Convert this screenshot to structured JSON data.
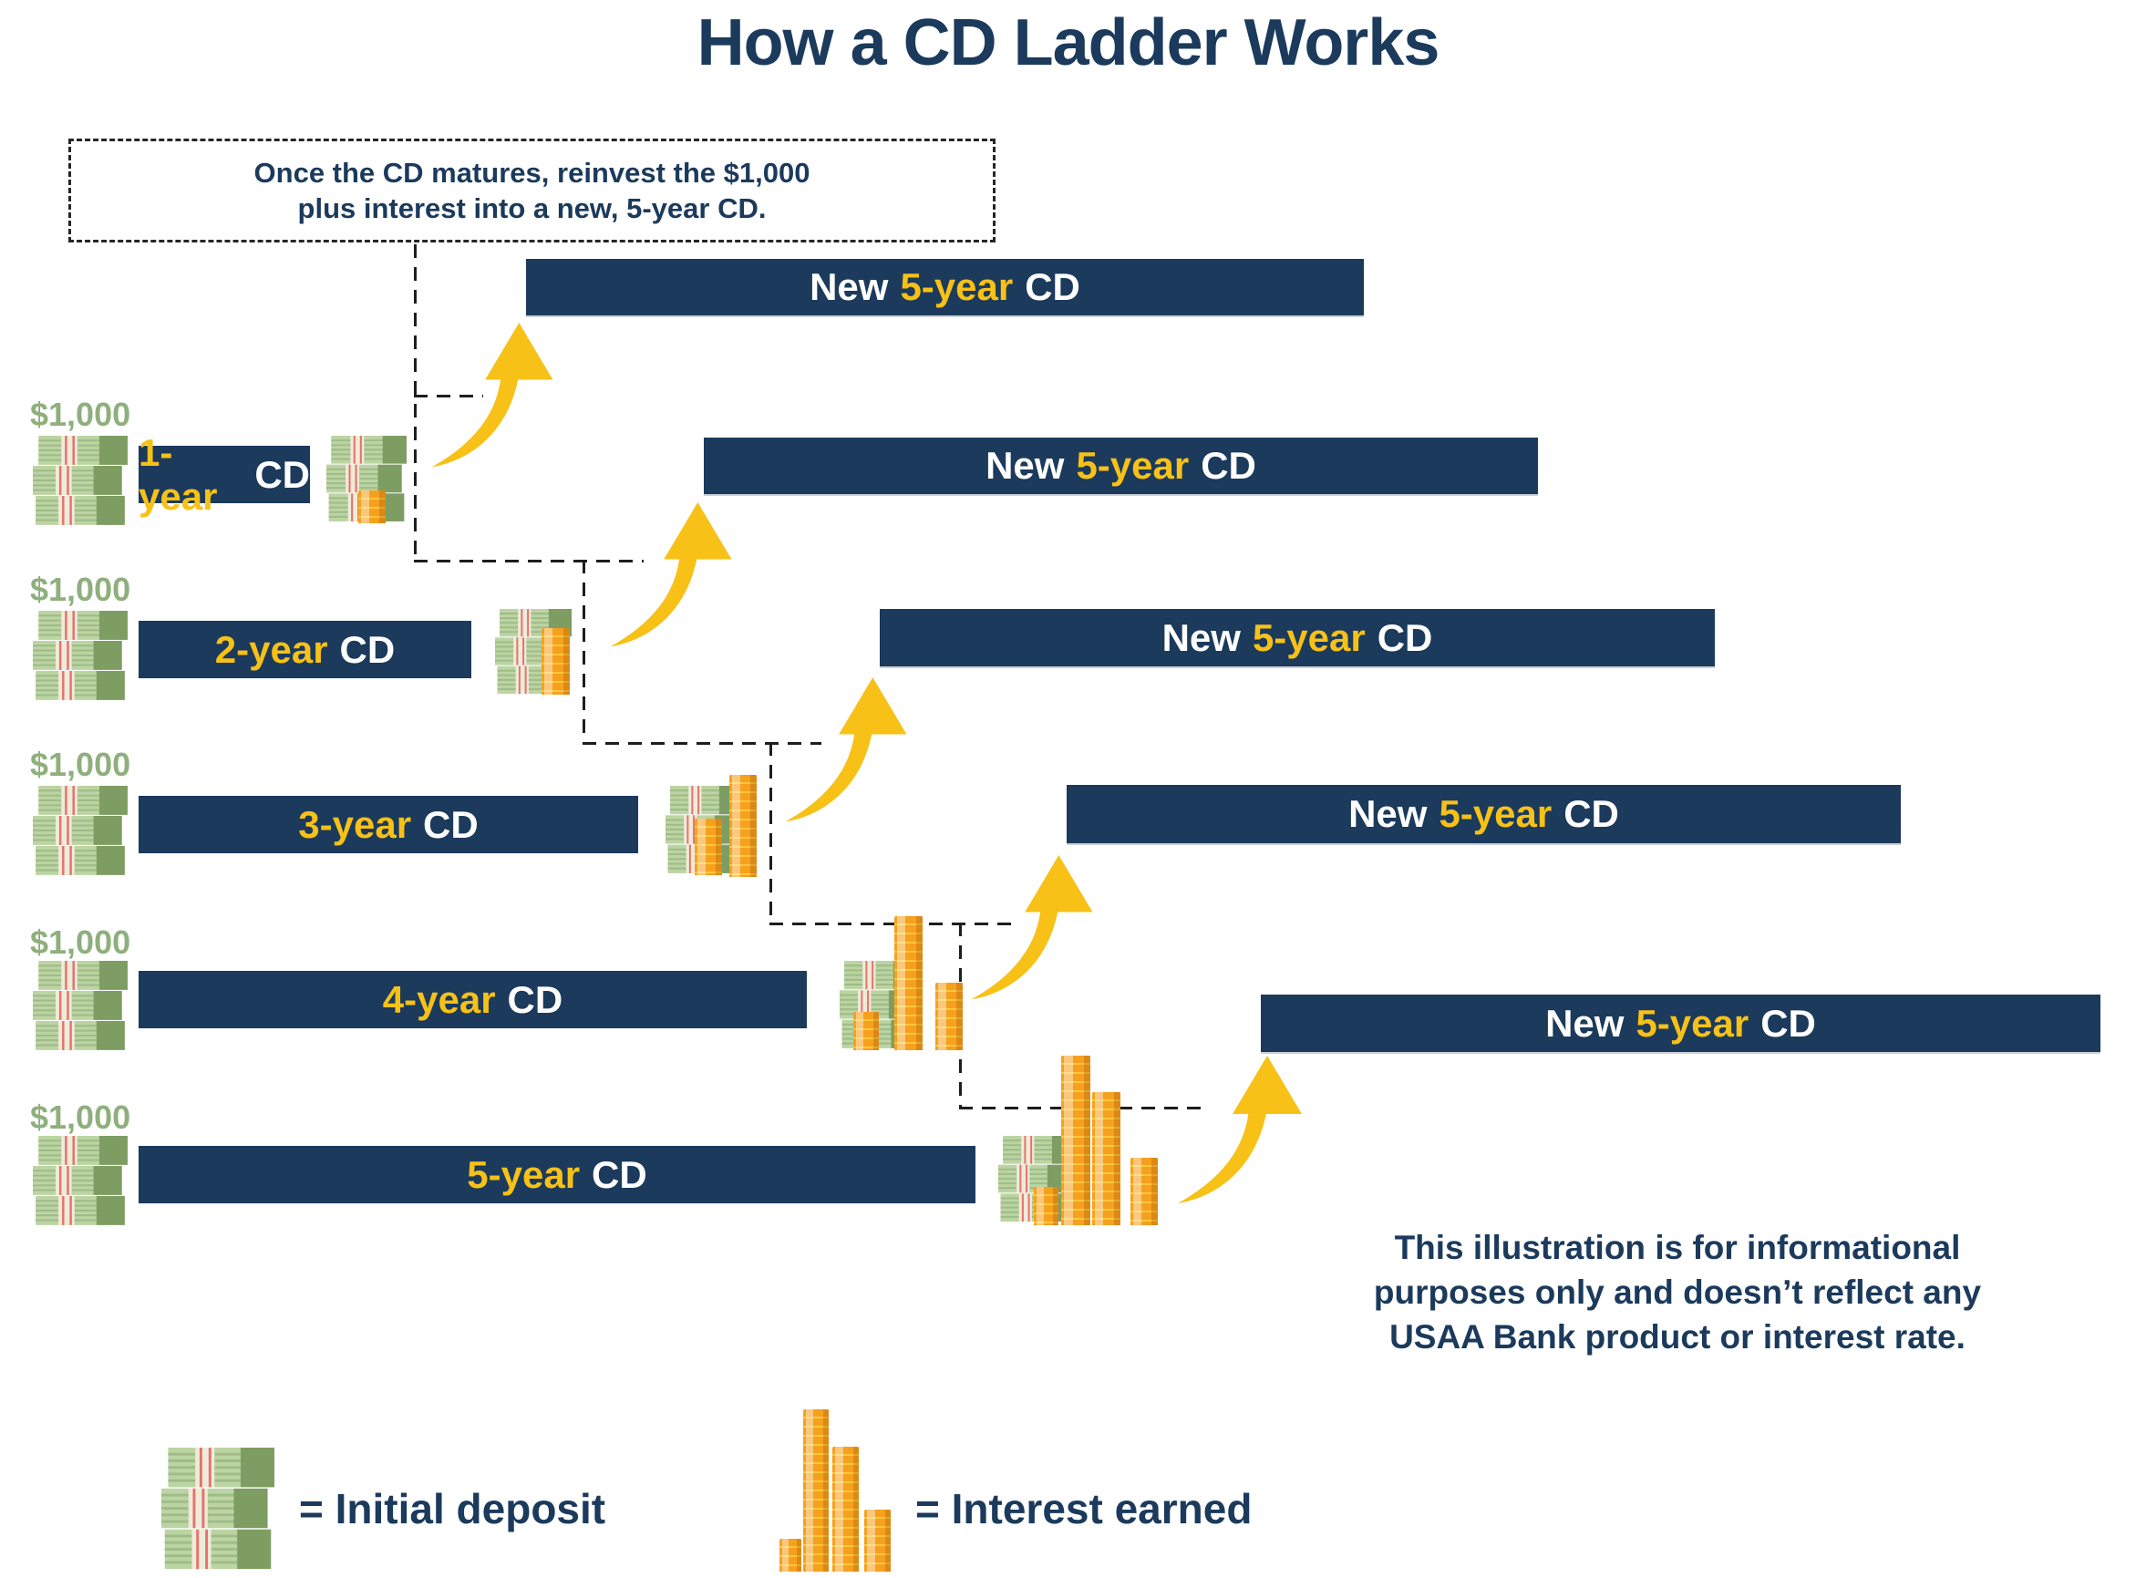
{
  "title": "How a CD Ladder Works",
  "callout": {
    "lines": [
      "Once the CD matures, reinvest the $1,000",
      "plus interest into a new, 5-year CD."
    ]
  },
  "rows": [
    {
      "deposit": "$1,000",
      "term": "1-year",
      "label_suffix": "CD"
    },
    {
      "deposit": "$1,000",
      "term": "2-year",
      "label_suffix": "CD"
    },
    {
      "deposit": "$1,000",
      "term": "3-year",
      "label_suffix": "CD"
    },
    {
      "deposit": "$1,000",
      "term": "4-year",
      "label_suffix": "CD"
    },
    {
      "deposit": "$1,000",
      "term": "5-year",
      "label_suffix": "CD"
    }
  ],
  "new_cds": [
    {
      "prefix": "New",
      "term": "5-year",
      "suffix": "CD"
    },
    {
      "prefix": "New",
      "term": "5-year",
      "suffix": "CD"
    },
    {
      "prefix": "New",
      "term": "5-year",
      "suffix": "CD"
    },
    {
      "prefix": "New",
      "term": "5-year",
      "suffix": "CD"
    },
    {
      "prefix": "New",
      "term": "5-year",
      "suffix": "CD"
    }
  ],
  "disclaimer": {
    "lines": [
      "This illustration is for informational",
      "purposes only and doesn’t reflect any",
      "USAA Bank product or interest rate."
    ]
  },
  "legend": {
    "initial_deposit": {
      "icon": "cash-stack-icon",
      "label": "= Initial deposit"
    },
    "interest_earned": {
      "icon": "coin-stack-icon",
      "label": "= Interest earned"
    }
  },
  "colors": {
    "navy": "#1B3A5C",
    "gold": "#F7C117",
    "coin_orange": "#F5A11E",
    "deposit_green": "#8FAF7D",
    "bill_green": "#BCD4A3"
  }
}
